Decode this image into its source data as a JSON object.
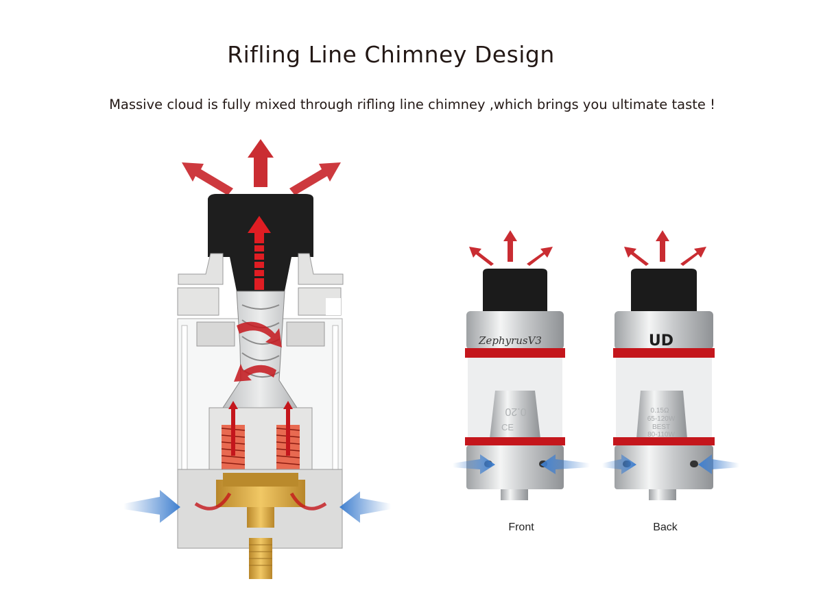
{
  "heading": {
    "title": "Rifling Line Chimney Design",
    "subtitle": "Massive cloud is fully mixed through rifling line chimney ,which brings you ultimate taste !"
  },
  "products": {
    "front": {
      "caption": "Front",
      "brand_text": "ZephyrusV3",
      "engraving": [
        "0.20",
        "CE"
      ]
    },
    "back": {
      "caption": "Back",
      "brand_text": "UD",
      "engraving": [
        "0.15Ω",
        "65-120W",
        "BEST",
        "80-110W"
      ]
    }
  },
  "colors": {
    "accent_red": "#c4161c",
    "airflow_blue": "#3f7fcf",
    "steel": "#c9cbcd",
    "drip_tip": "#1b1b1b",
    "gold": "#d9a531"
  }
}
